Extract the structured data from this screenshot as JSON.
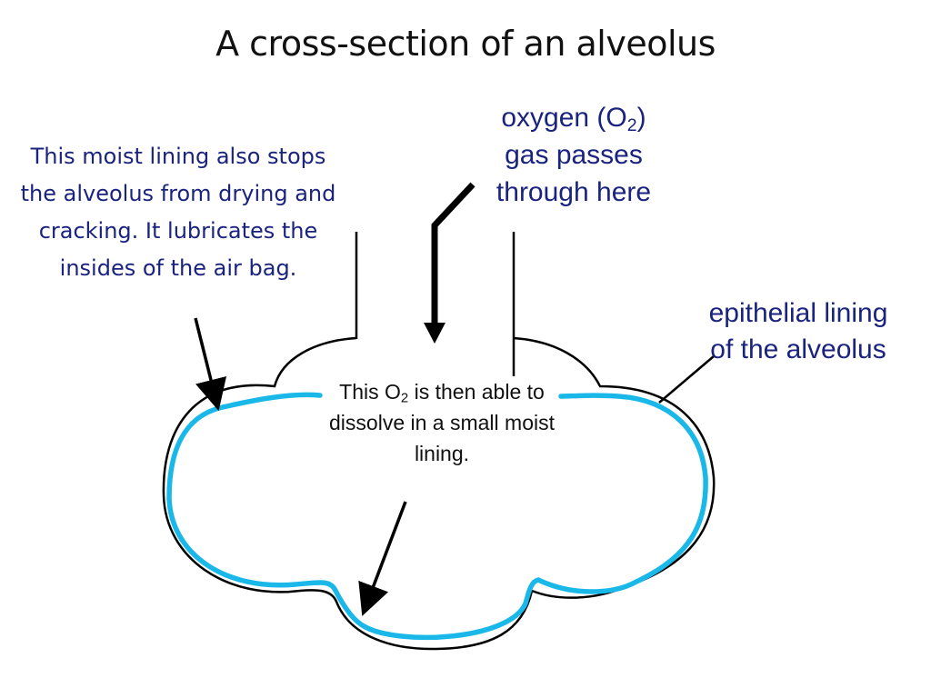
{
  "title": "A cross-section of an alveolus",
  "labels": {
    "moist_lining": "This moist lining also stops the alveolus from drying and cracking.  It lubricates the insides of the air bag.",
    "oxygen": {
      "line1_prefix": "oxygen (O",
      "line1_sub": "2",
      "line1_suffix": ")",
      "line2": "gas passes",
      "line3": "through here"
    },
    "epithelial": "epithelial lining of the alveolus",
    "dissolve": {
      "prefix": "This O",
      "sub": "2",
      "suffix": " is then able to dissolve in a small moist lining."
    }
  },
  "colors": {
    "outline": "#000000",
    "moist_lining": "#1ab8e8",
    "label_text": "#1a237e"
  }
}
